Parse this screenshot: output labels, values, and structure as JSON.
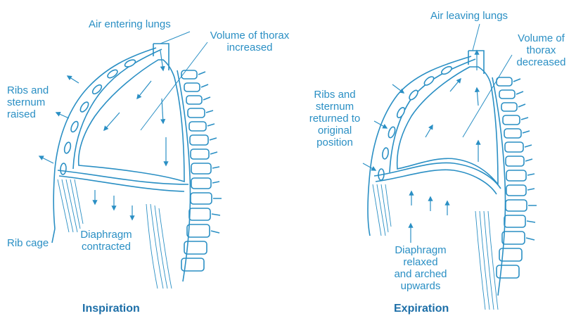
{
  "inspiration": {
    "title": "Inspiration",
    "air_label": "Air entering lungs",
    "volume_label": [
      "Volume of thorax",
      "increased"
    ],
    "ribs_label": [
      "Ribs and",
      "sternum",
      "raised"
    ],
    "ribcage_label": "Rib cage",
    "diaphragm_label": [
      "Diaphragm",
      "contracted"
    ]
  },
  "expiration": {
    "title": "Expiration",
    "air_label": "Air leaving lungs",
    "volume_label": [
      "Volume of",
      "thorax",
      "decreased"
    ],
    "ribs_label": [
      "Ribs and",
      "sternum",
      "returned to",
      "original",
      "position"
    ],
    "diaphragm_label": [
      "Diaphragm",
      "relaxed",
      "and arched",
      "upwards"
    ]
  },
  "colors": {
    "line": "#2a8fc4",
    "title": "#1d6fa8"
  }
}
